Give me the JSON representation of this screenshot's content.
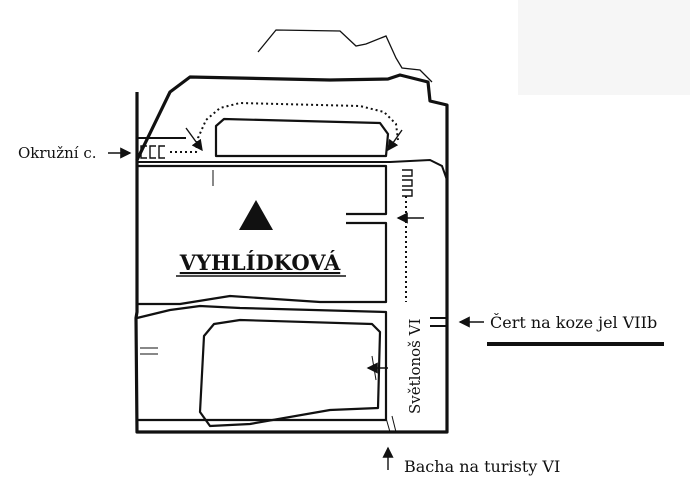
{
  "peak": {
    "name": "VYHLÍDKOVÁ",
    "summit_marker": "triangle-icon"
  },
  "routes": [
    {
      "key": "okruzni",
      "label": "Okružní c."
    },
    {
      "key": "svetlonos",
      "label": "Světlonoš VI"
    },
    {
      "key": "cert",
      "label": "Čert na koze jel VIIb"
    },
    {
      "key": "bacha",
      "label": "Bacha na turisty VI"
    }
  ],
  "colors": {
    "ink": "#111111",
    "paper": "#ffffff",
    "shade": "#f6f6f6"
  }
}
